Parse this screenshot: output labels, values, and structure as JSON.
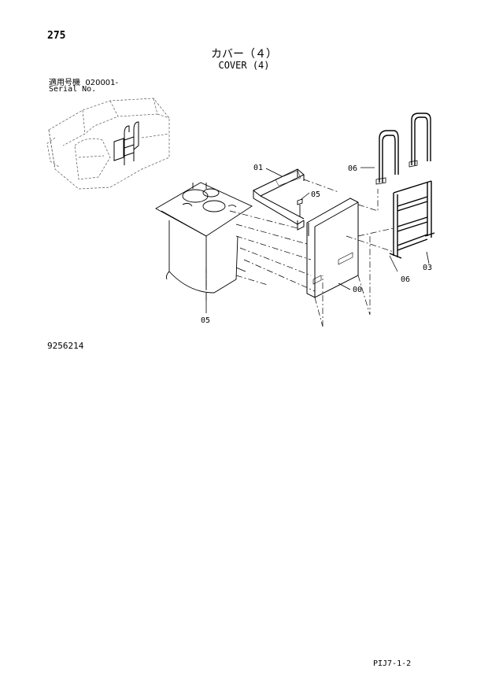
{
  "page": {
    "number": "275",
    "title_jp": "カバー（４）",
    "title_en": "COVER (4)",
    "serial_label_jp": "適用号機",
    "serial_value": "020001-",
    "serial_label_en": "Serial No.",
    "figure_number": "9256214",
    "footer_ref": "PIJ7-1-2"
  },
  "part_labels": [
    "01",
    "05",
    "06",
    "03",
    "06",
    "00",
    "05"
  ]
}
